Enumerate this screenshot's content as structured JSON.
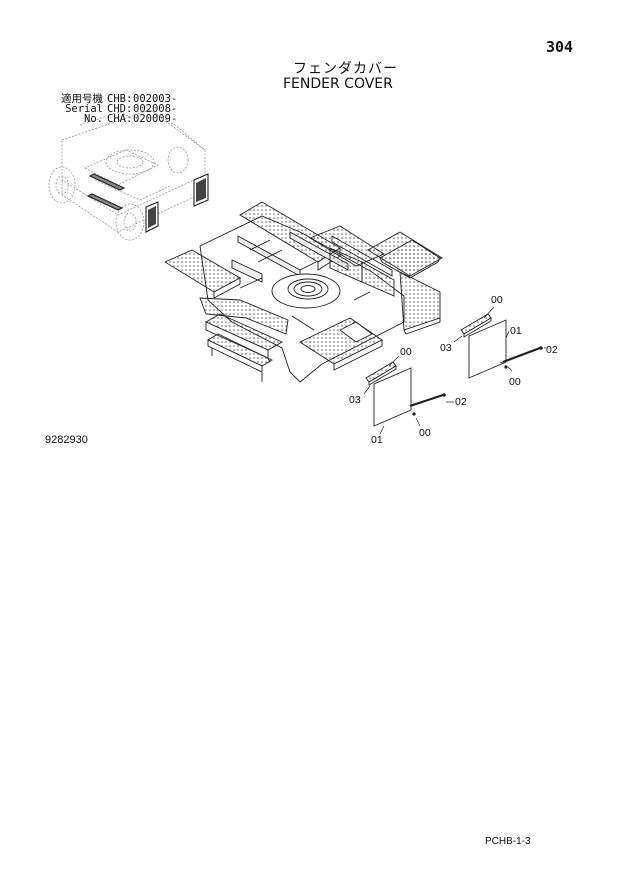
{
  "header": {
    "page_number": "304",
    "title_jp": "フェンダカバー",
    "title_en": "FENDER COVER"
  },
  "serial": {
    "rows": [
      {
        "label": "適用号機",
        "code": "CHB:",
        "number": "002003-"
      },
      {
        "label": "Serial No.",
        "code": "CHD:",
        "number": "002008-"
      },
      {
        "label": "",
        "code": "CHA:",
        "number": "020009-"
      }
    ]
  },
  "callouts": {
    "right_00_top": "00",
    "right_01": "01",
    "right_03": "03",
    "right_02": "02",
    "right_00_bottom": "00",
    "left_00_top": "00",
    "left_03": "03",
    "left_02": "02",
    "left_00_bottom": "00",
    "left_01": "01"
  },
  "drawing_number": "9282930",
  "footer": {
    "code": "PCHB-1-3"
  }
}
